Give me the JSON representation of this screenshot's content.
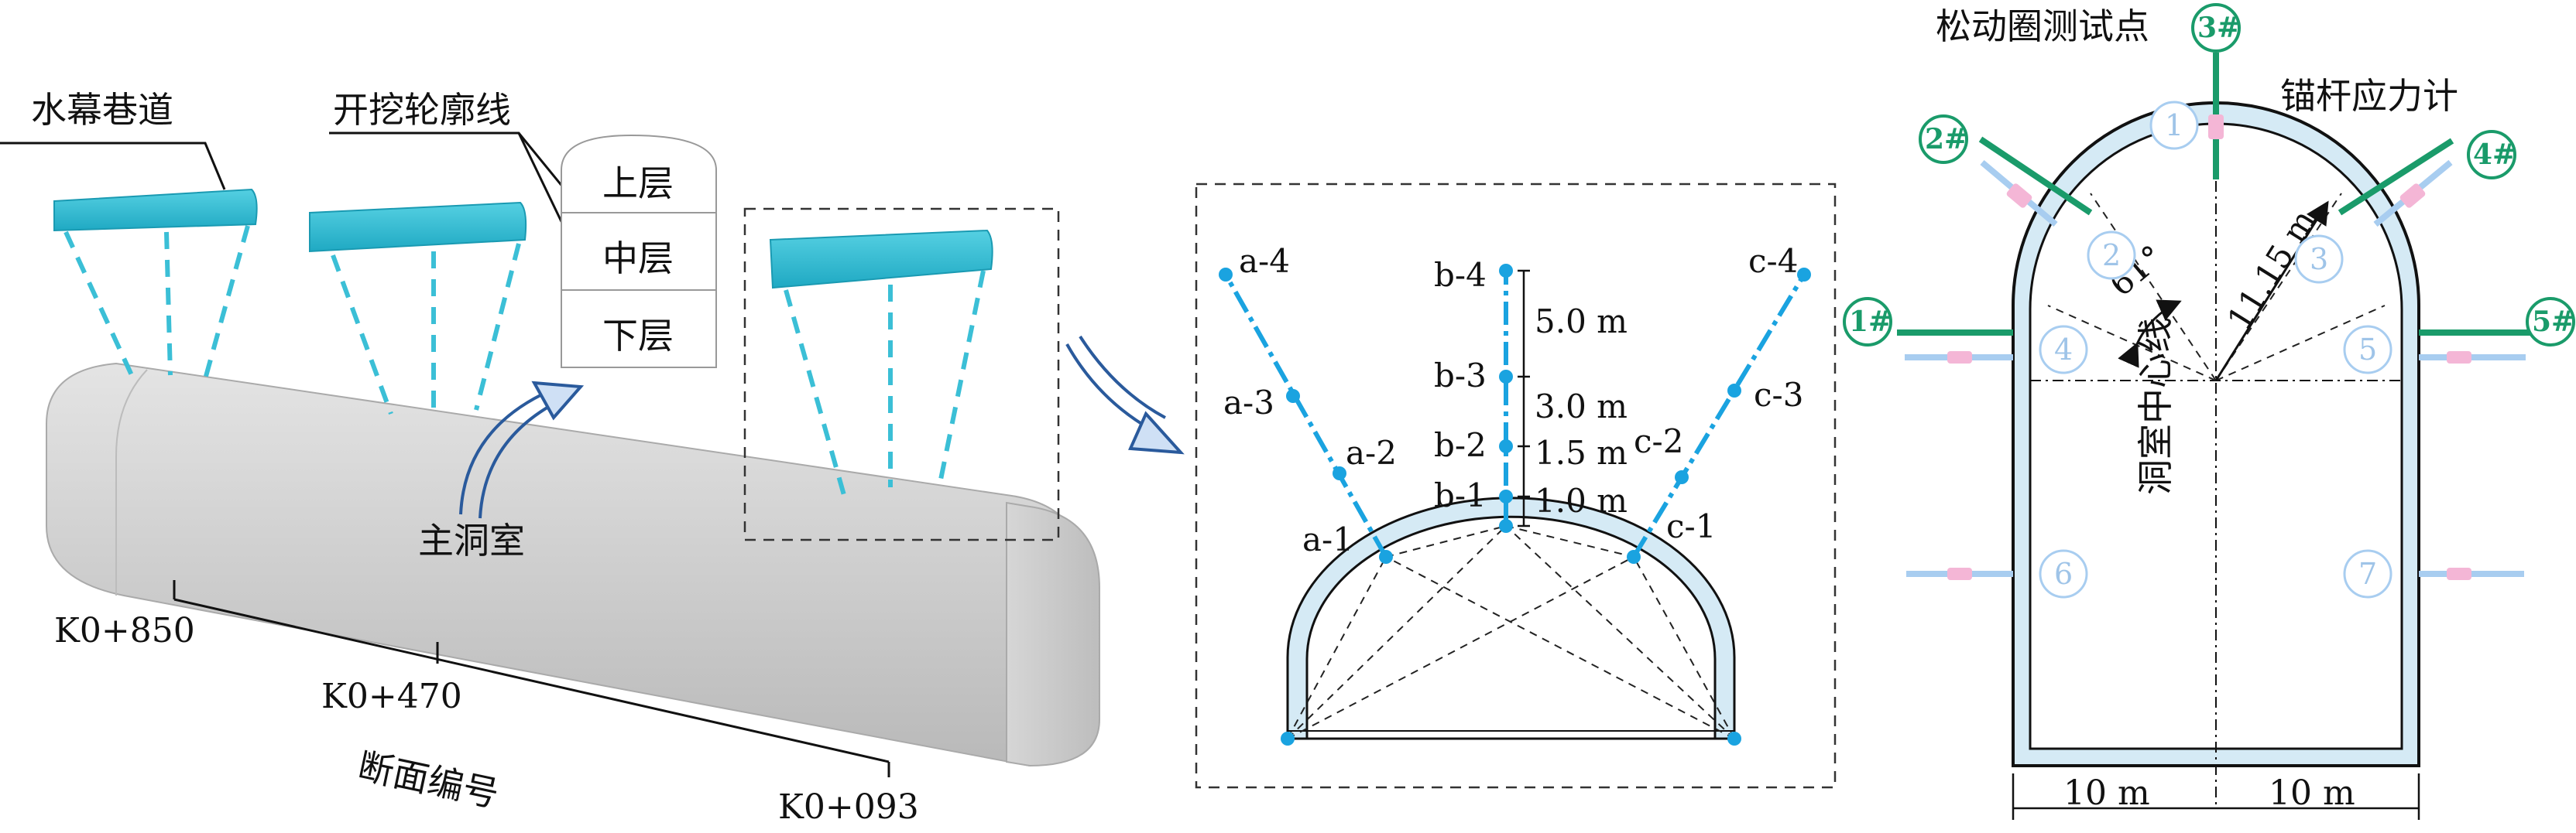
{
  "left_panel": {
    "curtain_tunnel_label": "水幕巷道",
    "excavation_outline_label": "开挖轮廓线",
    "layers": [
      "上层",
      "中层",
      "下层"
    ],
    "main_cavern_label": "主洞室",
    "section_number_label": "断面编号",
    "stations": [
      "K0+850",
      "K0+470",
      "K0+093"
    ]
  },
  "middle_panel": {
    "line_a_points": [
      "a-1",
      "a-2",
      "a-3",
      "a-4"
    ],
    "line_b_points": [
      "b-1",
      "b-2",
      "b-3",
      "b-4"
    ],
    "line_c_points": [
      "c-1",
      "c-2",
      "c-3",
      "c-4"
    ],
    "spacings": [
      "1.0 m",
      "1.5 m",
      "3.0 m",
      "5.0 m"
    ]
  },
  "right_panel": {
    "loose_zone_label": "松动圈测试点",
    "anchor_meter_label": "锚杆应力计",
    "centerline_label": "洞室中心线",
    "angle_label": "61°",
    "radius_label": "11.15 m",
    "half_width_left": "10 m",
    "half_width_right": "10 m",
    "anchor_ids": [
      "1#",
      "2#",
      "3#",
      "4#",
      "5#"
    ],
    "test_point_ids": [
      "1",
      "2",
      "3",
      "4",
      "5",
      "6",
      "7"
    ]
  },
  "colors": {
    "curtain_blue": "#3bbfd6",
    "cavern_gray": "#c8c8c8",
    "lining_fill": "#d5eaf5",
    "measure_blue": "#1aa3e0",
    "anchor_green": "#1a9b6a",
    "pale_blue": "#a8cdf0",
    "pink": "#f4b6d6"
  }
}
